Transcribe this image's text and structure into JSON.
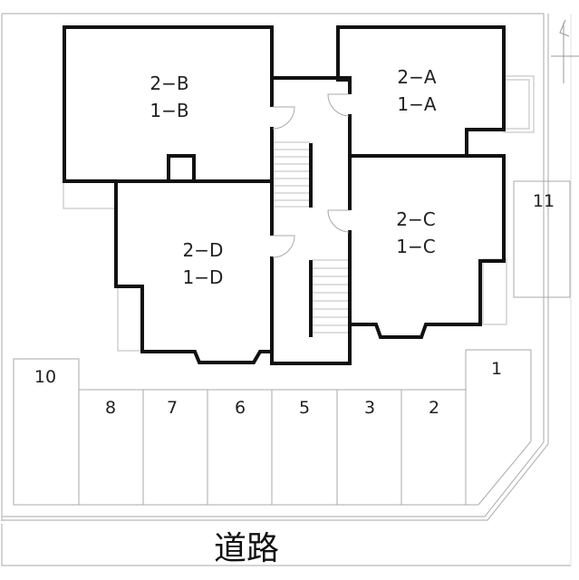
{
  "plan": {
    "units": [
      {
        "id": "A",
        "upper": "2−A",
        "lower": "1−A"
      },
      {
        "id": "B",
        "upper": "2−B",
        "lower": "1−B"
      },
      {
        "id": "C",
        "upper": "2−C",
        "lower": "1−C"
      },
      {
        "id": "D",
        "upper": "2−D",
        "lower": "1−D"
      }
    ],
    "parking": [
      {
        "label": "10"
      },
      {
        "label": "8"
      },
      {
        "label": "7"
      },
      {
        "label": "6"
      },
      {
        "label": "5"
      },
      {
        "label": "3"
      },
      {
        "label": "2"
      },
      {
        "label": "1"
      },
      {
        "label": "11"
      }
    ],
    "road_label": "道路",
    "north_icon": "north-arrow-icon",
    "colors": {
      "wall": "#111111",
      "boundary": "#aaaaaa",
      "background": "#ffffff"
    }
  }
}
